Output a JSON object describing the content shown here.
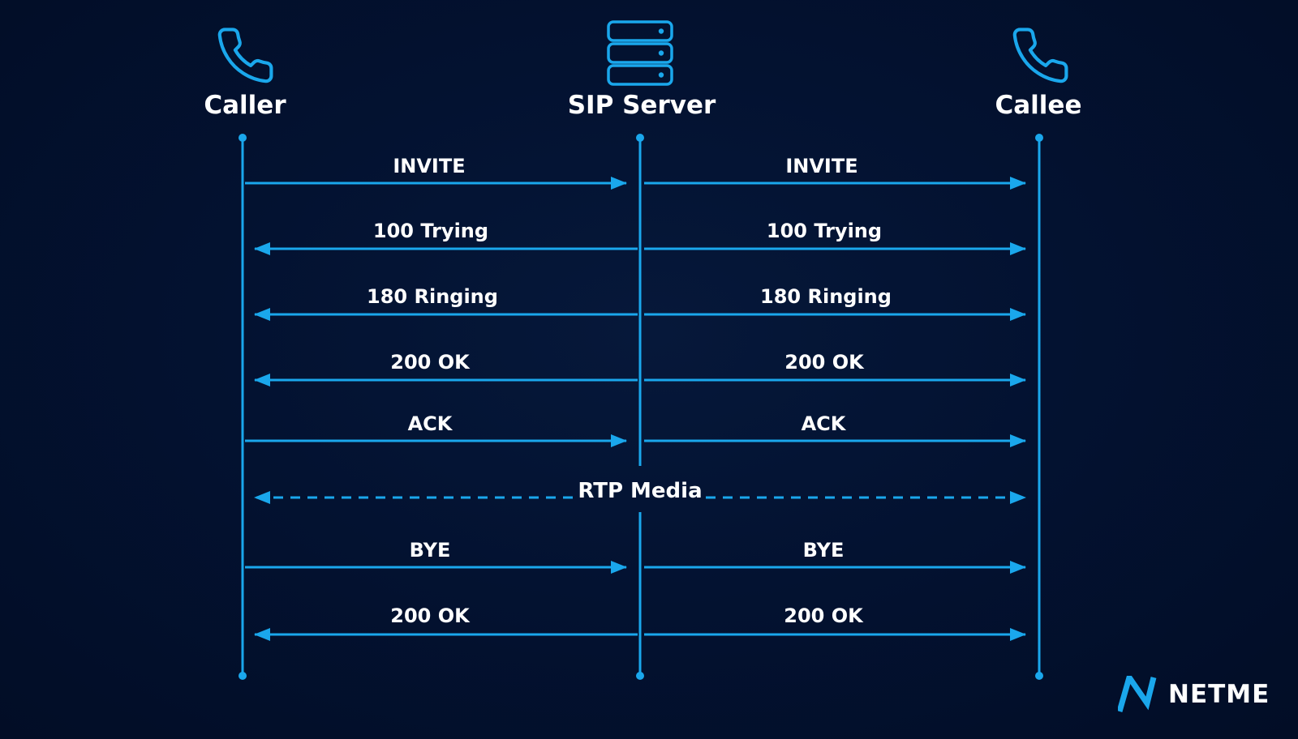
{
  "participants": [
    {
      "id": "caller",
      "label": "Caller",
      "icon": "phone-icon"
    },
    {
      "id": "server",
      "label": "SIP Server",
      "icon": "server-icon"
    },
    {
      "id": "callee",
      "label": "Callee",
      "icon": "phone-icon"
    }
  ],
  "messages": [
    {
      "left": "INVITE",
      "right": "INVITE"
    },
    {
      "left": "100 Trying",
      "right": "100 Trying"
    },
    {
      "left": "180 Ringing",
      "right": "180 Ringing"
    },
    {
      "left": "200 OK",
      "right": "200 OK"
    },
    {
      "left": "ACK",
      "right": "ACK"
    },
    {
      "left": "BYE",
      "right": "BYE"
    },
    {
      "left": "200 OK",
      "right": "200 OK"
    }
  ],
  "media": {
    "label": "RTP Media"
  },
  "brand": {
    "name": "NETME",
    "icon": "netme-logo-icon"
  },
  "colors": {
    "accent": "#1aa7ec",
    "text": "#ffffff",
    "background": "#020f2b"
  }
}
